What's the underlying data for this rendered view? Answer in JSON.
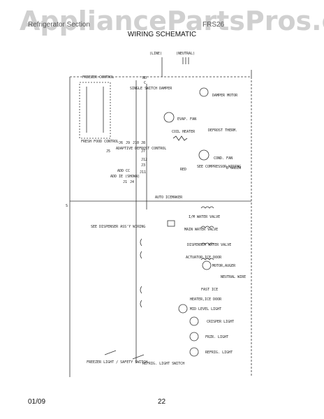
{
  "header": {
    "watermark": "AppliancePartsPros.com",
    "left_text": "Refrigerator Section",
    "right_text": "FRS26",
    "title": "WIRING SCHEMATIC"
  },
  "footer": {
    "date": "01/09",
    "page": "22"
  },
  "labels": {
    "line": "(LINE)",
    "neutral": "(NEUTRAL)",
    "freezer_control": "FREEZER CONTROL",
    "fresh_food_control": "FRESH FOOD CONTROL",
    "no": "NO",
    "c": "C",
    "single_switch_damper": "SINGLE SWITCH DAMPER",
    "damper_motor": "DAMPER MOTOR",
    "evap_fan": "EVAP. FAN",
    "coil_heater": "COIL HEATER",
    "defrost_therm": "DEFROST THERM.",
    "j6": "J6",
    "j9": "J9",
    "j10": "J10",
    "j8": "J8",
    "j5": "J5",
    "j7": "J7",
    "j12": "J12",
    "j3": "J3",
    "j11": "J11",
    "j1": "J1",
    "j4": "J4",
    "adaptive_defrost_control": "ADAPTIVE DEFROST CONTROL",
    "add_cw": "ADD IE (SHOWN)",
    "add_cc": "ADD CC",
    "cond_fan": "COND. FAN",
    "see_compressor_wiring": "SEE COMPRESSOR WIRING",
    "red": "RED",
    "b_green": "B GREEN",
    "auto_icemaker": "AUTO ICEMAKER",
    "ice_water_valve": "I/M WATER VALVE",
    "main_water_valve": "MAIN WATER VALVE",
    "see_dispenser": "SEE DISPENSER ASS'Y WIRING",
    "dispenser_water_valve": "DISPENSER WATER VALVE",
    "actuator_ice_door": "ACTUATOR,ICE DOOR",
    "motor_auger": "MOTOR,AUGER",
    "neutral_wire": "NEUTRAL WIRE",
    "fast_ice": "FAST ICE",
    "heater_ice_door": "HEATER,ICE DOOR",
    "mid_level_light": "MID LEVEL LIGHT",
    "crisper_light": "CRISPER LIGHT",
    "frzr_light": "FRZR. LIGHT",
    "refrig_light": "REFRIG. LIGHT",
    "freezer_light_safety_switch": "FREEZER LIGHT / SAFETY SWITCH",
    "refrig_light_switch": "REFRIG. LIGHT SWITCH",
    "s": "S"
  }
}
